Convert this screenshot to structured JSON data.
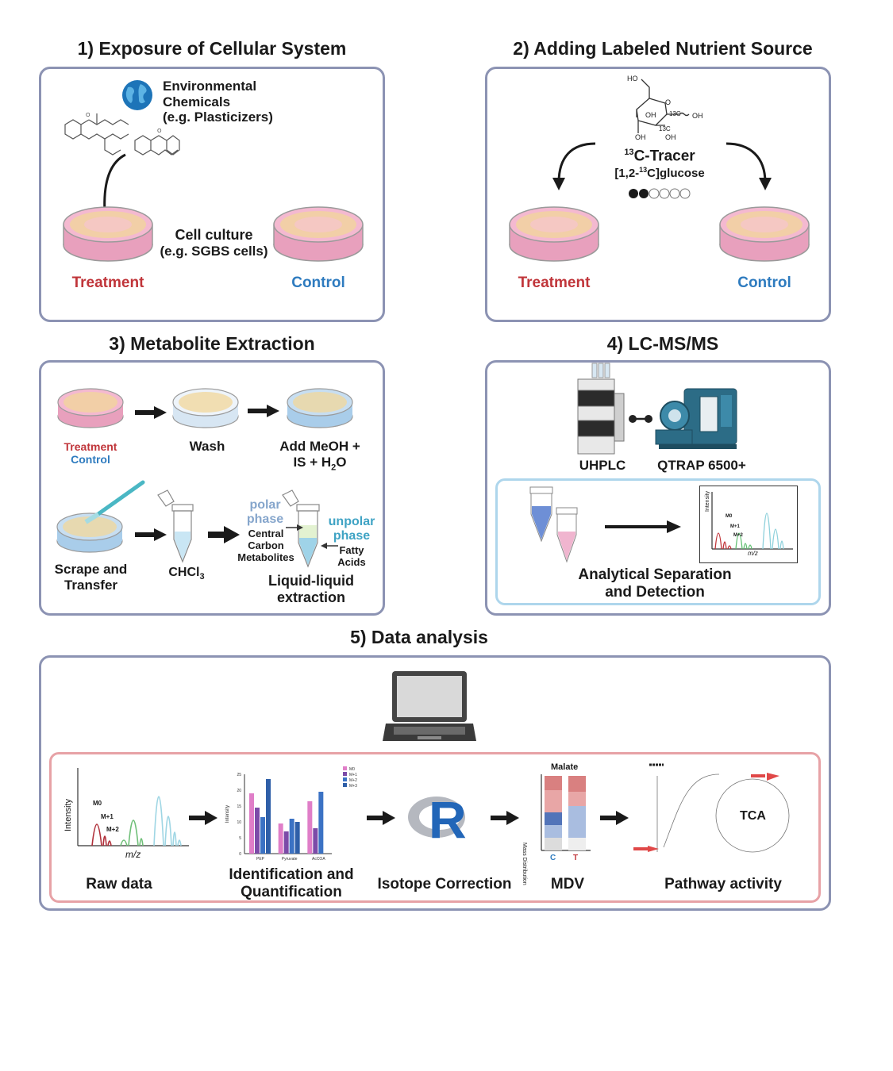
{
  "colors": {
    "treatment": "#c0353a",
    "control": "#2e7bbf",
    "panel_border": "#8c93b3",
    "inner_panel_pink": "#e7a2a6",
    "inner_panel_blue": "#aed6ec",
    "dish_pink": "#e8a0bd",
    "dish_blue": "#b9d4ea",
    "cells": "#f1d79a"
  },
  "section1": {
    "title": "1) Exposure of Cellular System",
    "chem_line1": "Environmental",
    "chem_line2": "Chemicals",
    "chem_line3": "(e.g. Plasticizers)",
    "culture_line1": "Cell culture",
    "culture_line2": "(e.g. SGBS cells)",
    "treatment": "Treatment",
    "control": "Control",
    "icons": [
      "globe-icon",
      "phthalate-structure-icon",
      "petri-dish-icon"
    ]
  },
  "section2": {
    "title": "2) Adding Labeled Nutrient Source",
    "glucose_labels": [
      "HO",
      "O",
      "OH",
      "13C",
      "OH",
      "OH",
      "13C",
      "OH"
    ],
    "tracer_sup": "13",
    "tracer_main": "C-Tracer",
    "tracer_sub_a": "[1,2-",
    "tracer_sub_sup": "13",
    "tracer_sub_b": "C]glucose",
    "labeled_carbons": 2,
    "total_carbons": 6,
    "treatment": "Treatment",
    "control": "Control"
  },
  "section3": {
    "title": "3) Metabolite Extraction",
    "treatment": "Treatment",
    "control": "Control",
    "wash": "Wash",
    "add_line1": "Add MeOH +",
    "add_line2a": "IS + H",
    "add_line2_sub": "2",
    "add_line2b": "O",
    "scrape_line1": "Scrape and",
    "scrape_line2": "Transfer",
    "chcl_a": "CHCl",
    "chcl_sub": "3",
    "polar_line1": "polar",
    "polar_line2": "phase",
    "central_line1": "Central",
    "central_line2": "Carbon",
    "central_line3": "Metabolites",
    "unpolar_line1": "unpolar",
    "unpolar_line2": "phase",
    "fatty_line1": "Fatty",
    "fatty_line2": "Acids",
    "lle_line1": "Liquid-liquid",
    "lle_line2": "extraction"
  },
  "section4": {
    "title": "4) LC-MS/MS",
    "uhplc": "UHPLC",
    "qtrap": "QTRAP 6500+",
    "sep_line1": "Analytical Separation",
    "sep_line2": "and Detection",
    "spectrum": {
      "ylabel": "Intensity",
      "xlabel": "m/z",
      "peaks": [
        "M0",
        "M+1",
        "M+2"
      ]
    }
  },
  "section5": {
    "title": "5) Data analysis",
    "raw": "Raw data",
    "raw_plot": {
      "ylabel": "Intensity",
      "xlabel": "m/z",
      "peaks": [
        "M0",
        "M+1",
        "M+2"
      ]
    },
    "ident_line1": "Identification and",
    "ident_line2": "Quantification",
    "isotope": "Isotope Correction",
    "r_logo": "R",
    "mdv": "MDV",
    "pathway": "Pathway activity",
    "tca": "TCA",
    "malate": "Malate",
    "mdv_axis": "Mass Distribution",
    "mdv_x": [
      "C",
      "T"
    ]
  },
  "chart_data": {
    "type": "bar",
    "categories": [
      "PEP",
      "Pyruvate",
      "AcCOA"
    ],
    "series": [
      {
        "name": "M0",
        "values": [
          19,
          9.5,
          16.5
        ]
      },
      {
        "name": "M+1",
        "values": [
          14.5,
          7,
          8
        ]
      },
      {
        "name": "M+2",
        "values": [
          11.5,
          11,
          19.5
        ]
      },
      {
        "name": "M+3",
        "values": [
          23.5,
          10,
          0
        ]
      }
    ],
    "series_colors": [
      "#e07ec8",
      "#7c4ba8",
      "#3b72c4",
      "#2f5fa8"
    ],
    "ylabel": "Intensity",
    "ylim": [
      0,
      25
    ],
    "yticks": [
      "0",
      "5",
      "10",
      "15",
      "20",
      "25"
    ],
    "legend_position": "top-right",
    "grid": false
  }
}
